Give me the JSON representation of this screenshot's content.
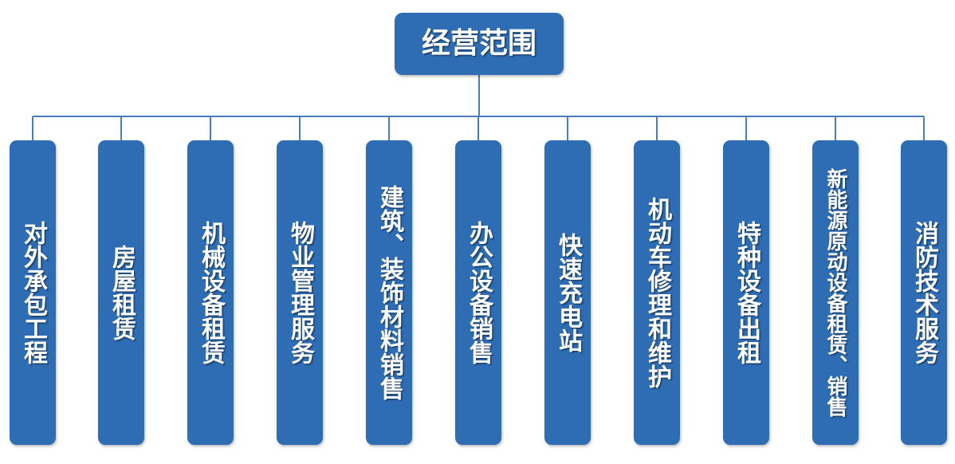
{
  "diagram": {
    "type": "organization-chart",
    "title": "经营范围",
    "orientation": "top-down",
    "colors": {
      "node_fill": "#2E6DB4",
      "node_text": "#FFFFFF",
      "connector": "#4A7EBB",
      "background": "#FFFFFF"
    },
    "root": {
      "label": "经营范围"
    },
    "children": [
      {
        "label": "对外承包工程"
      },
      {
        "label": "房屋租赁"
      },
      {
        "label": "机械设备租赁"
      },
      {
        "label": "物业管理服务"
      },
      {
        "label": "建筑、装饰材料销售"
      },
      {
        "label": "办公设备销售"
      },
      {
        "label": "快速充电站"
      },
      {
        "label": "机动车修理和维护"
      },
      {
        "label": "特种设备出租"
      },
      {
        "label": "新能源原动设备租赁、销售"
      },
      {
        "label": "消防技术服务"
      }
    ]
  }
}
